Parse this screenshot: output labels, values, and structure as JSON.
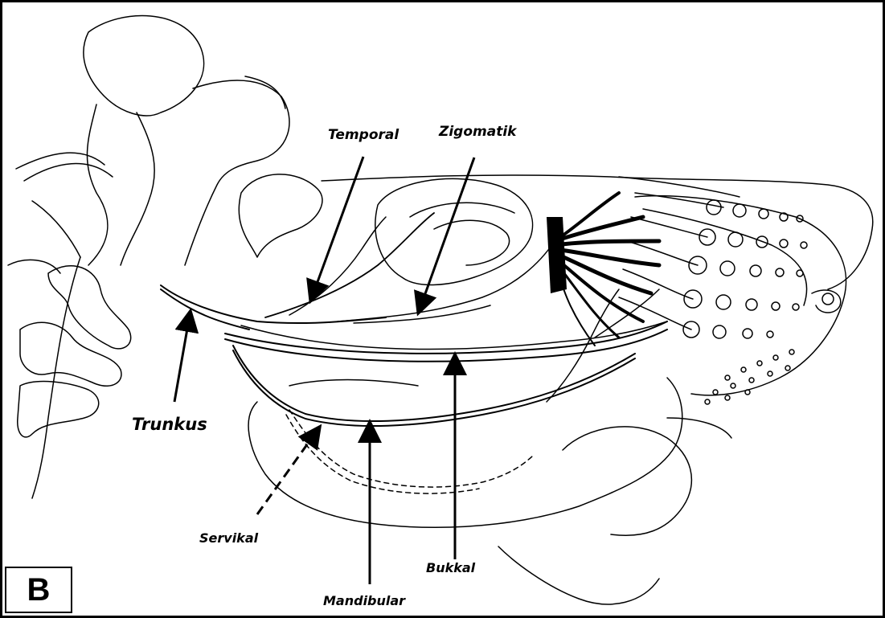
{
  "panel_letter": "B",
  "labels": {
    "temporal": "Temporal",
    "zigomatik": "Zigomatik",
    "trunkus": "Trunkus",
    "servikal": "Servikal",
    "bukkal": "Bukkal",
    "mandibular": "Mandibular"
  },
  "colors": {
    "stroke": "#000000",
    "background": "#ffffff"
  }
}
